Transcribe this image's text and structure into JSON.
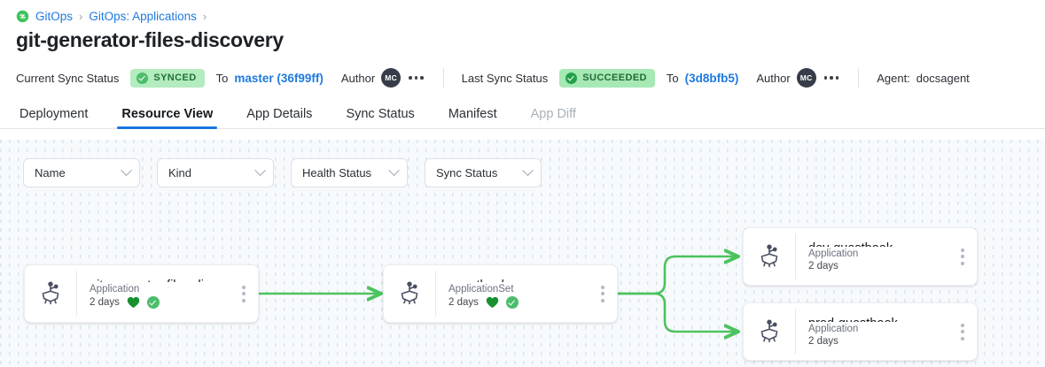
{
  "breadcrumb": {
    "logo_icon": "gitops-link-icon",
    "items": [
      {
        "label": "GitOps",
        "link": true
      },
      {
        "label": "GitOps: Applications",
        "link": true
      }
    ],
    "separator": "›"
  },
  "page_title": "git-generator-files-discovery",
  "metabar": {
    "current_sync_label": "Current Sync Status",
    "current_sync_badge": "SYNCED",
    "current_to_label": "To",
    "current_ref": "master (36f99ff)",
    "current_author_label": "Author",
    "current_author_initials": "MC",
    "last_sync_label": "Last Sync Status",
    "last_sync_badge": "SUCCEEDED",
    "last_to_label": "To",
    "last_ref": "(3d8bfb5)",
    "last_author_label": "Author",
    "last_author_initials": "MC",
    "agent_label": "Agent:",
    "agent_value": "docsagent",
    "overflow_icon": "more-horizontal-icon"
  },
  "tabs": [
    {
      "label": "Deployment",
      "active": false,
      "disabled": false
    },
    {
      "label": "Resource View",
      "active": true,
      "disabled": false
    },
    {
      "label": "App Details",
      "active": false,
      "disabled": false
    },
    {
      "label": "Sync Status",
      "active": false,
      "disabled": false
    },
    {
      "label": "Manifest",
      "active": false,
      "disabled": false
    },
    {
      "label": "App Diff",
      "active": false,
      "disabled": true
    }
  ],
  "filters": [
    {
      "label": "Name",
      "icon": "chevron-down-icon"
    },
    {
      "label": "Kind",
      "icon": "chevron-down-icon"
    },
    {
      "label": "Health Status",
      "icon": "chevron-down-icon"
    },
    {
      "label": "Sync Status",
      "icon": "chevron-down-icon"
    }
  ],
  "graph": {
    "nodes": [
      {
        "id": "root",
        "title": "git-generator-files-disco…",
        "kind": "Application",
        "age": "2 days",
        "health": true,
        "sync": true,
        "icon": "argo-app-icon",
        "menu_icon": "more-vertical-icon"
      },
      {
        "id": "appset",
        "title": "guestbook",
        "kind": "ApplicationSet",
        "age": "2 days",
        "health": true,
        "sync": true,
        "icon": "argo-app-icon",
        "menu_icon": "more-vertical-icon"
      },
      {
        "id": "dev",
        "title": "dev-guestbook",
        "kind": "Application",
        "age": "2 days",
        "health": false,
        "sync": false,
        "icon": "argo-app-icon",
        "menu_icon": "more-vertical-icon"
      },
      {
        "id": "prod",
        "title": "prod-guestbook",
        "kind": "Application",
        "age": "2 days",
        "health": false,
        "sync": false,
        "icon": "argo-app-icon",
        "menu_icon": "more-vertical-icon"
      }
    ],
    "edges": [
      {
        "from": "root",
        "to": "appset"
      },
      {
        "from": "appset",
        "to": "dev"
      },
      {
        "from": "appset",
        "to": "prod"
      }
    ]
  },
  "colors": {
    "accent_blue": "#1976e0",
    "link_blue": "#1f7ae0",
    "edge_green": "#4CC35E",
    "health_green": "#18902f",
    "badge_bg": "#b3ecbe",
    "canvas_bg": "#f7fafd"
  }
}
